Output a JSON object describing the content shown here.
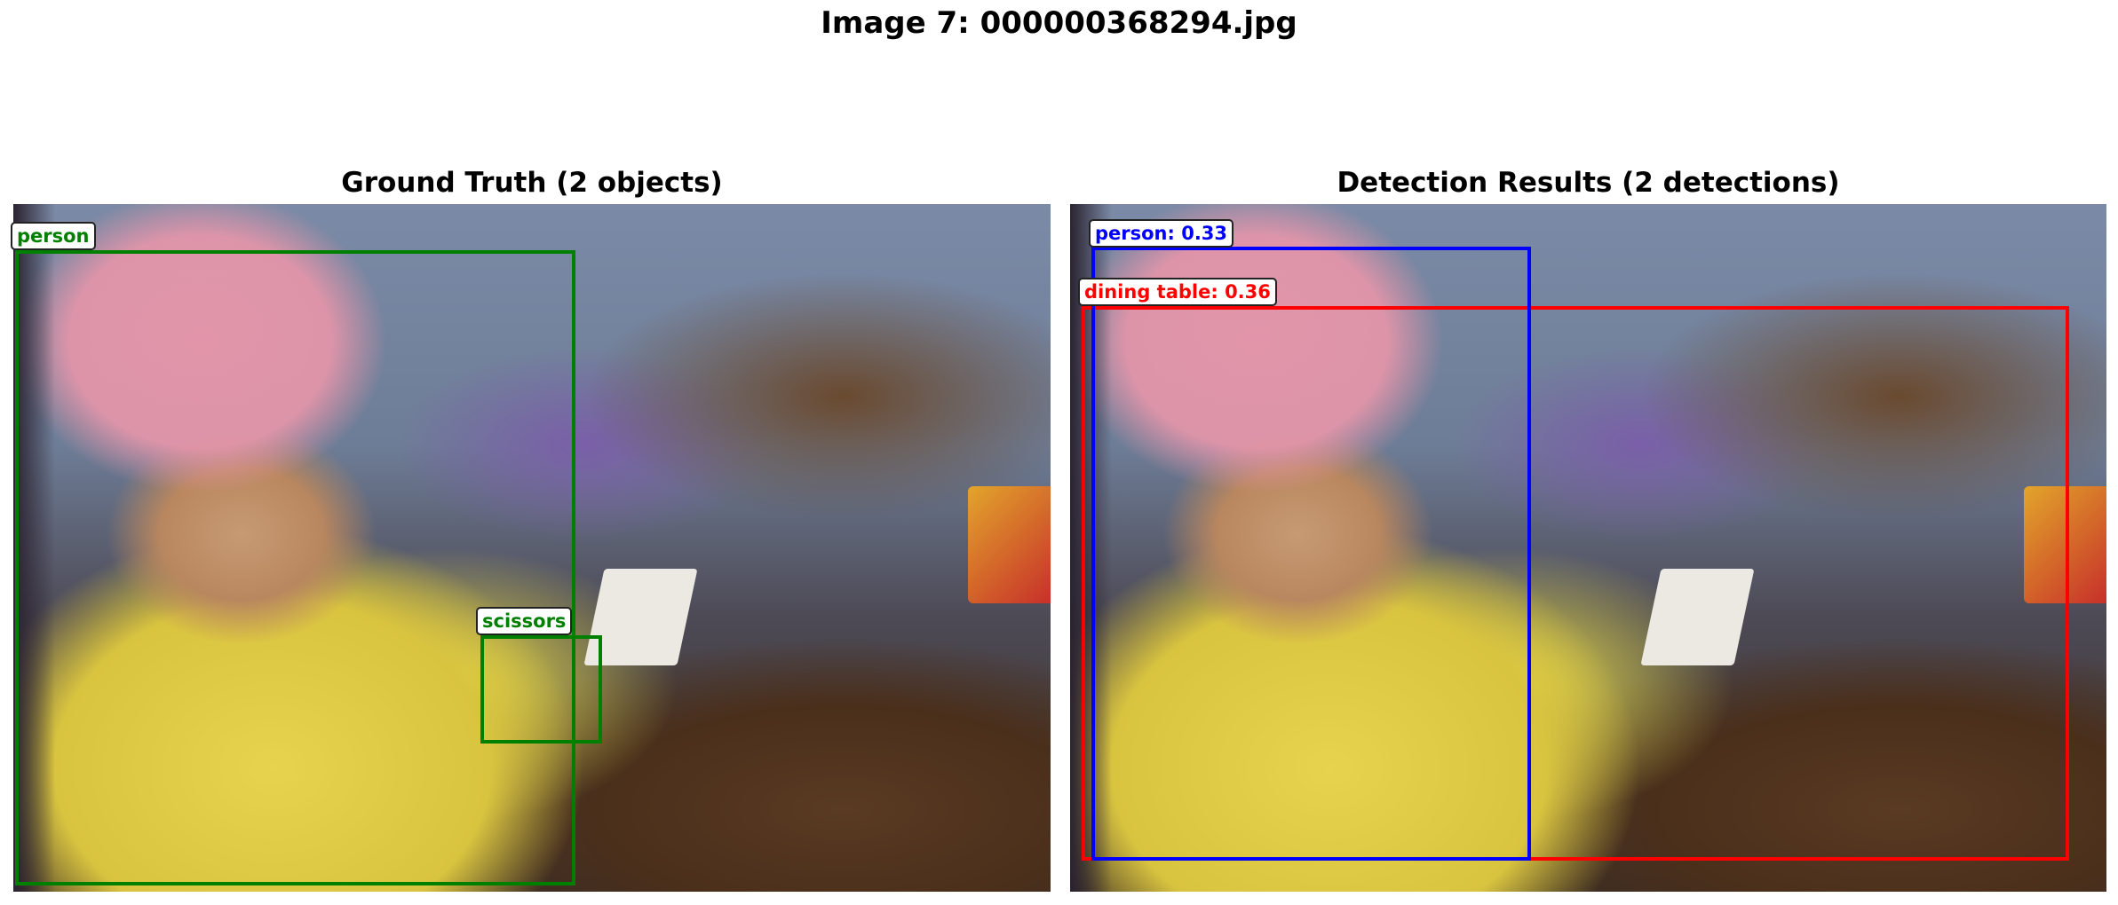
{
  "figure": {
    "title": "Image 7: 000000368294.jpg"
  },
  "panels": [
    {
      "title": "Ground Truth (2 objects)",
      "boxes": [
        {
          "label": "person",
          "color": "#008000"
        },
        {
          "label": "scissors",
          "color": "#008000"
        }
      ]
    },
    {
      "title": "Detection Results (2 detections)",
      "boxes": [
        {
          "label": "person: 0.33",
          "color": "#0000ff"
        },
        {
          "label": "dining table: 0.36",
          "color": "#ff0000"
        }
      ]
    }
  ]
}
